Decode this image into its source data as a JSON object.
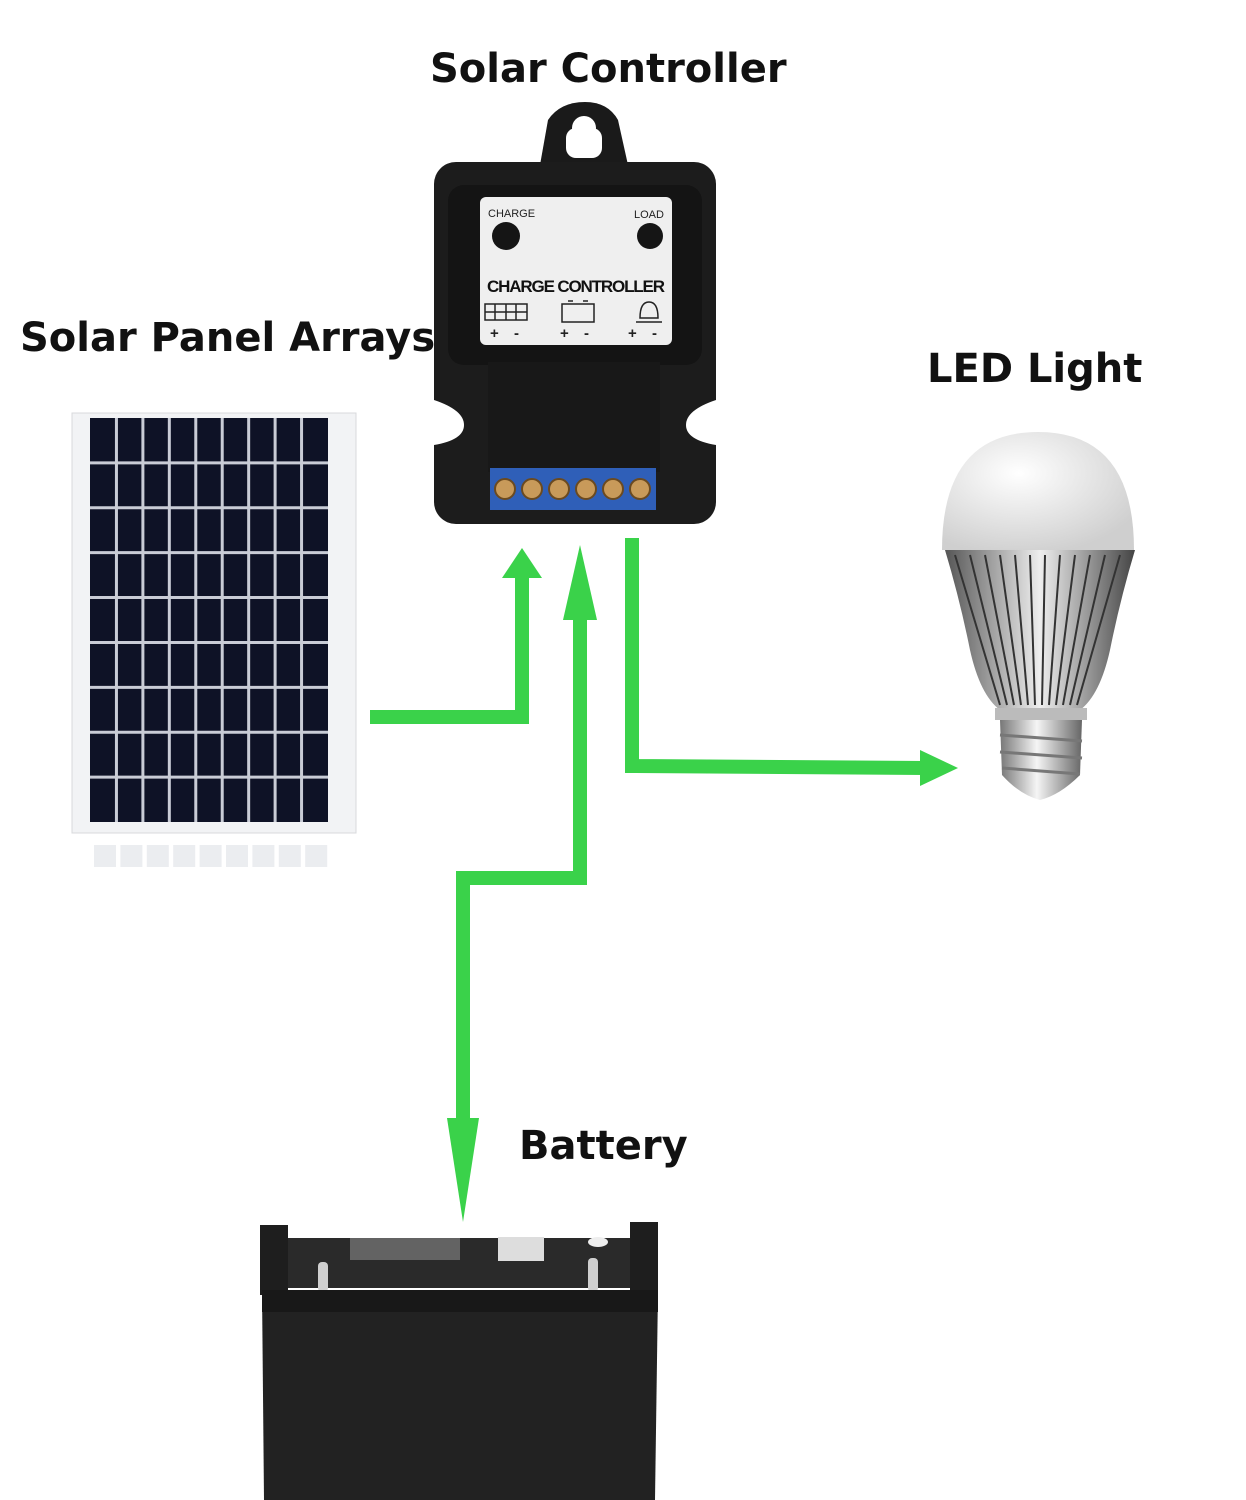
{
  "labels": {
    "controller": "Solar Controller",
    "panel": "Solar Panel Arrays",
    "led": "LED Light",
    "battery": "Battery"
  },
  "controller_face": {
    "charge_indicator": "CHARGE",
    "load_indicator": "LOAD",
    "title": "CHARGE CONTROLLER",
    "terminals": [
      "+",
      "-",
      "+",
      "-",
      "+",
      "-"
    ]
  },
  "colors": {
    "arrow": "#3ad24a",
    "device": "#1c1c1c",
    "terminal_block": "#2f5fb8"
  }
}
